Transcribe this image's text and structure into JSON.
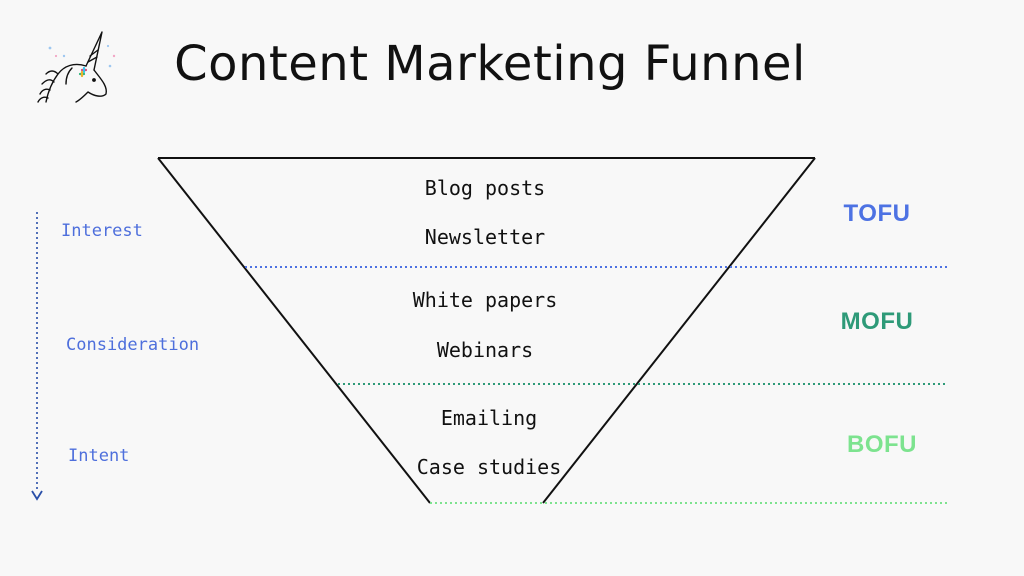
{
  "title": "Content Marketing Funnel",
  "stages": [
    {
      "label": "Interest",
      "tag": "TOFU",
      "items": [
        "Blog posts",
        "Newsletter"
      ]
    },
    {
      "label": "Consideration",
      "tag": "MOFU",
      "items": [
        "White papers",
        "Webinars"
      ]
    },
    {
      "label": "Intent",
      "tag": "BOFU",
      "items": [
        "Emailing",
        "Case studies"
      ]
    }
  ],
  "colors": {
    "stage_label": "#4e6fdc",
    "tofu": "#4d72e3",
    "mofu": "#2e9a78",
    "bofu": "#7de38f",
    "arrow": "#2a4fa8",
    "funnel_line": "#111111"
  },
  "icons": {
    "logo": "unicorn-icon"
  }
}
